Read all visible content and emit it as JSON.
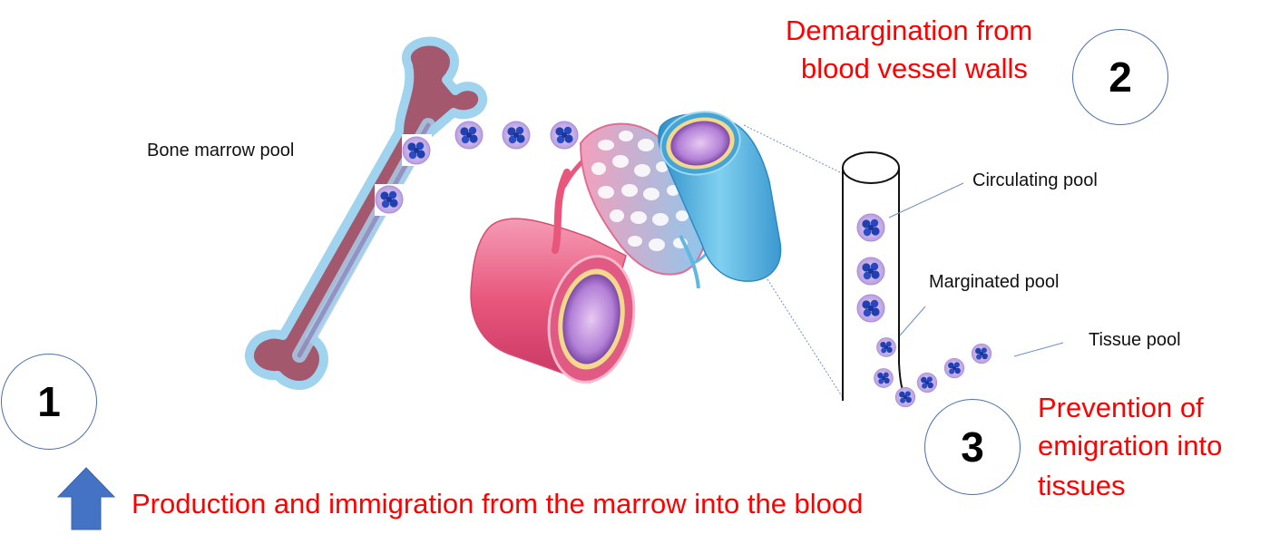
{
  "colors": {
    "bone_fill": "#a4586e",
    "bone_outline": "#9fd3ee",
    "artery": "#e8567c",
    "vein": "#4fb0dc",
    "capillary_border": "#e9a3b6",
    "cell_body": "#c9b2e6",
    "cell_nucleus": "#203fb0",
    "guide_line": "#6f8fc8",
    "label_red": "#ff0000",
    "arrow_blue": "#4472c4"
  },
  "labels": {
    "bone_marrow_pool": "Bone marrow pool",
    "circulating_pool": "Circulating pool",
    "marginated_pool": "Marginated pool",
    "tissue_pool": "Tissue pool"
  },
  "steps": [
    {
      "number": "1",
      "caption": "Production and immigration from the marrow into the blood"
    },
    {
      "number": "2",
      "caption_line1": "Demargination from",
      "caption_line2": "blood vessel walls"
    },
    {
      "number": "3",
      "caption_line1": "Prevention of",
      "caption_line2": "emigration into",
      "caption_line3": "tissues"
    }
  ]
}
